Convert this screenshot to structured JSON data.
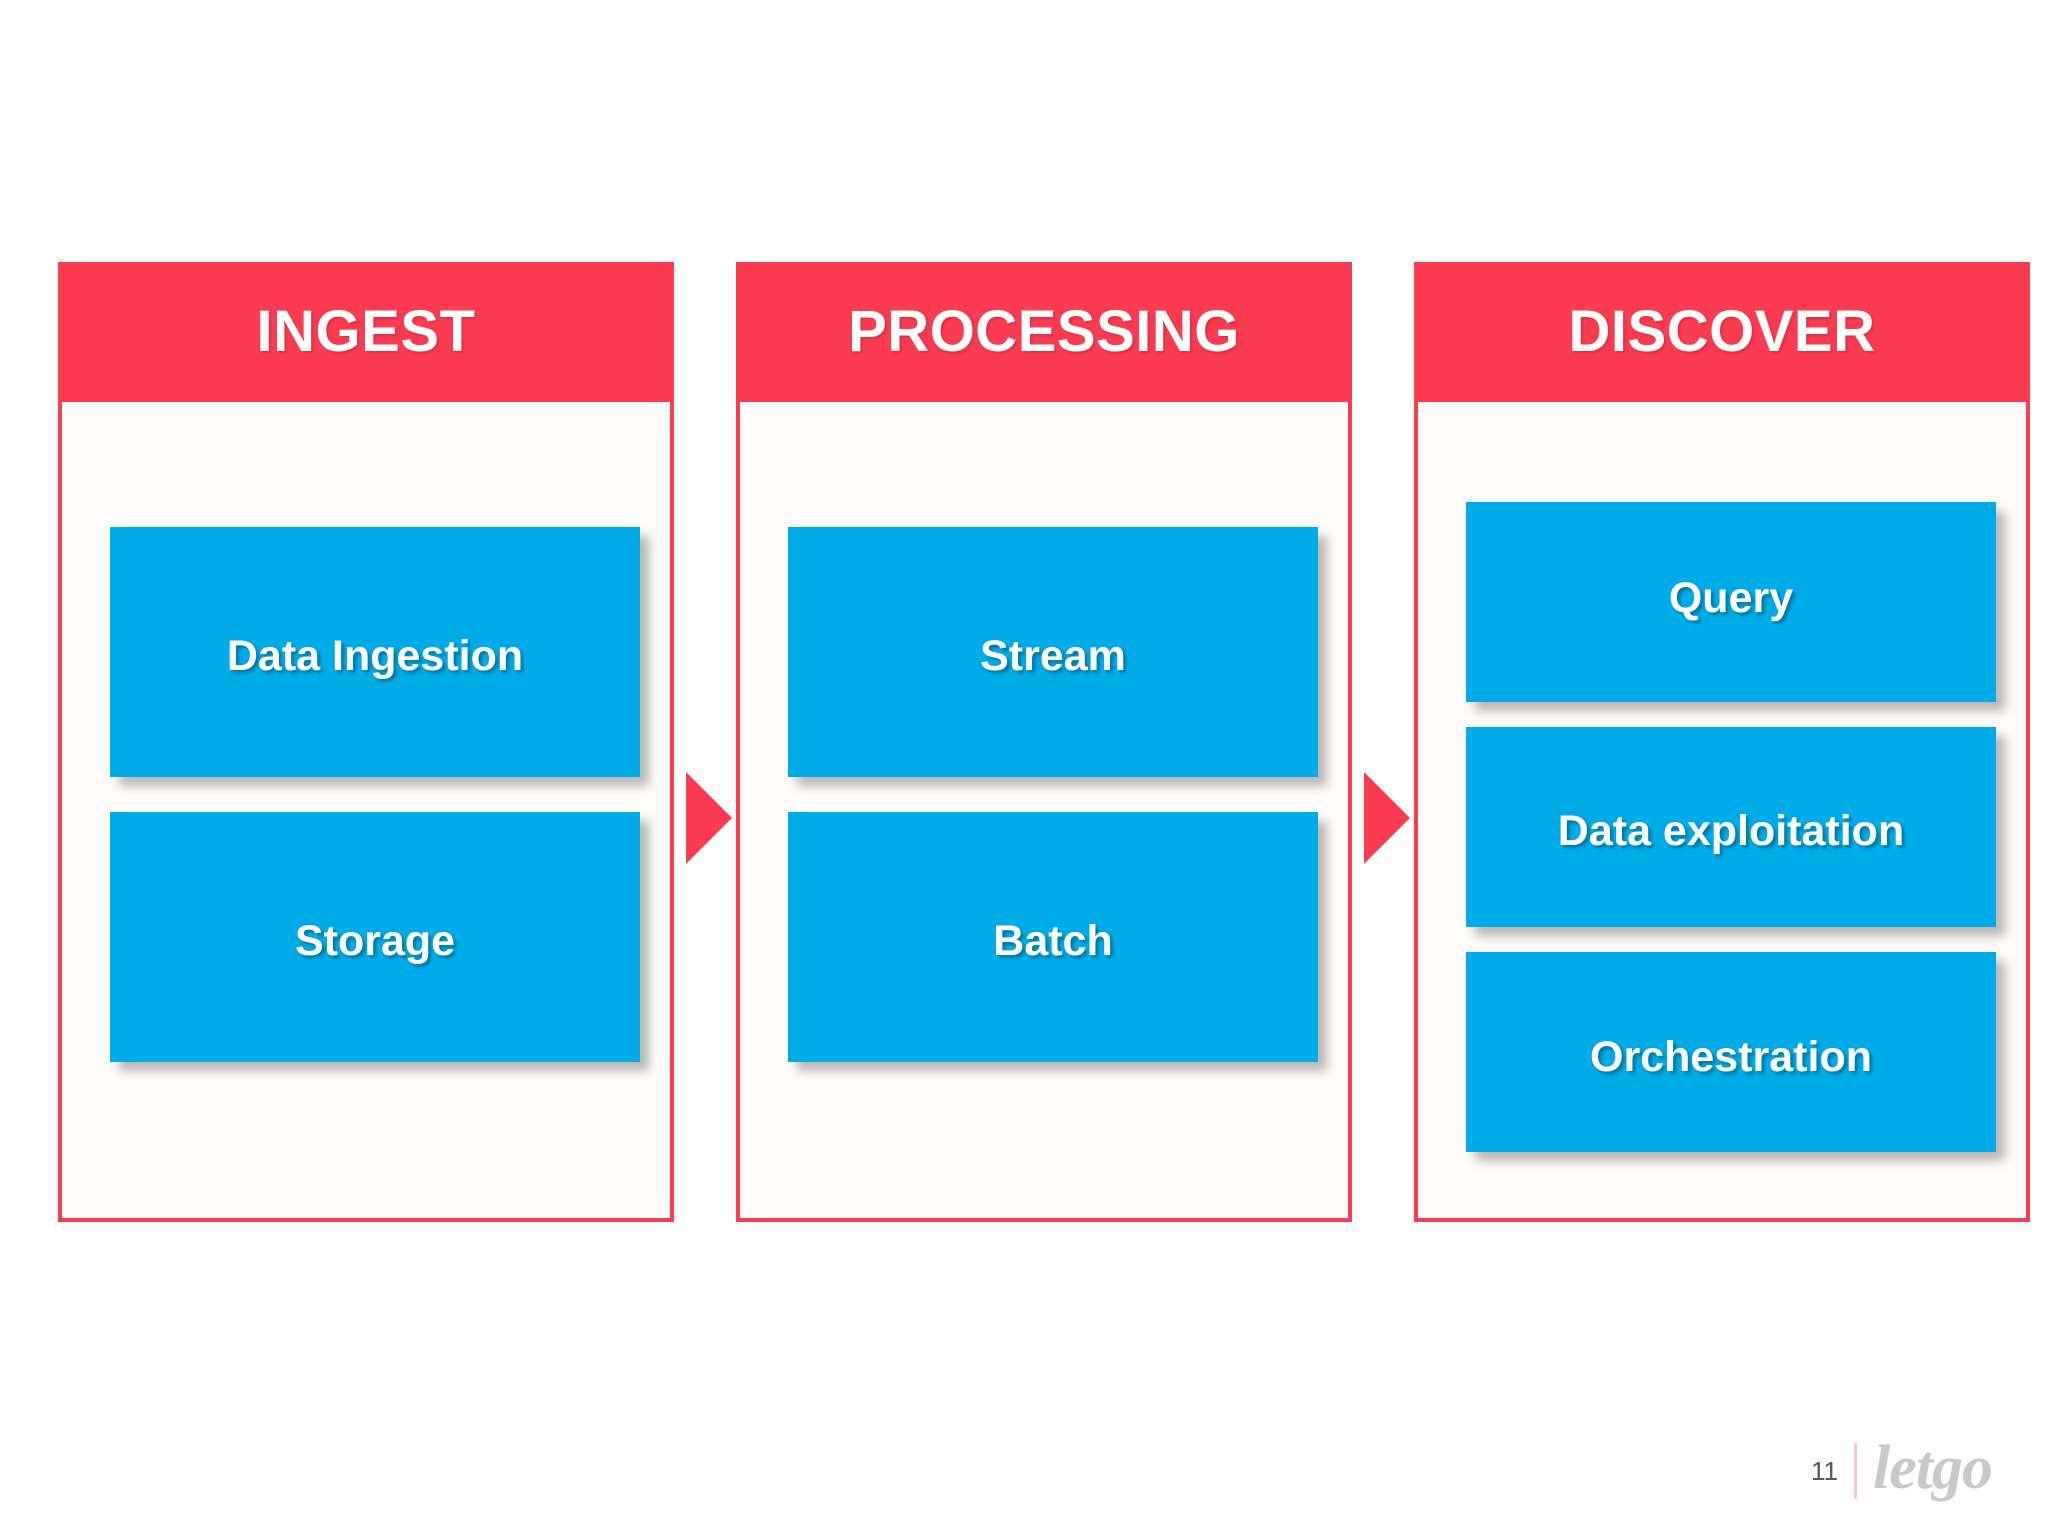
{
  "slide": {
    "background_color": "#FFFEFE",
    "accent_red": "#FB3B51",
    "accent_blue": "#00ACE8",
    "text_on_accent": "#FFFFFF"
  },
  "pipeline": {
    "stages": [
      {
        "header": "INGEST",
        "items": [
          {
            "label": "Data Ingestion"
          },
          {
            "label": "Storage"
          }
        ]
      },
      {
        "header": "PROCESSING",
        "items": [
          {
            "label": "Stream"
          },
          {
            "label": "Batch"
          }
        ]
      },
      {
        "header": "DISCOVER",
        "items": [
          {
            "label": "Query"
          },
          {
            "label": "Data exploitation"
          },
          {
            "label": "Orchestration"
          }
        ]
      }
    ],
    "arrows": [
      {
        "name": "ingest-to-processing",
        "direction": "right"
      },
      {
        "name": "processing-to-discover",
        "direction": "right"
      }
    ]
  },
  "footer": {
    "page_number": "11",
    "brand": "letgo",
    "divider_color": "#F9C8CF",
    "brand_color": "#C9C9C9"
  }
}
